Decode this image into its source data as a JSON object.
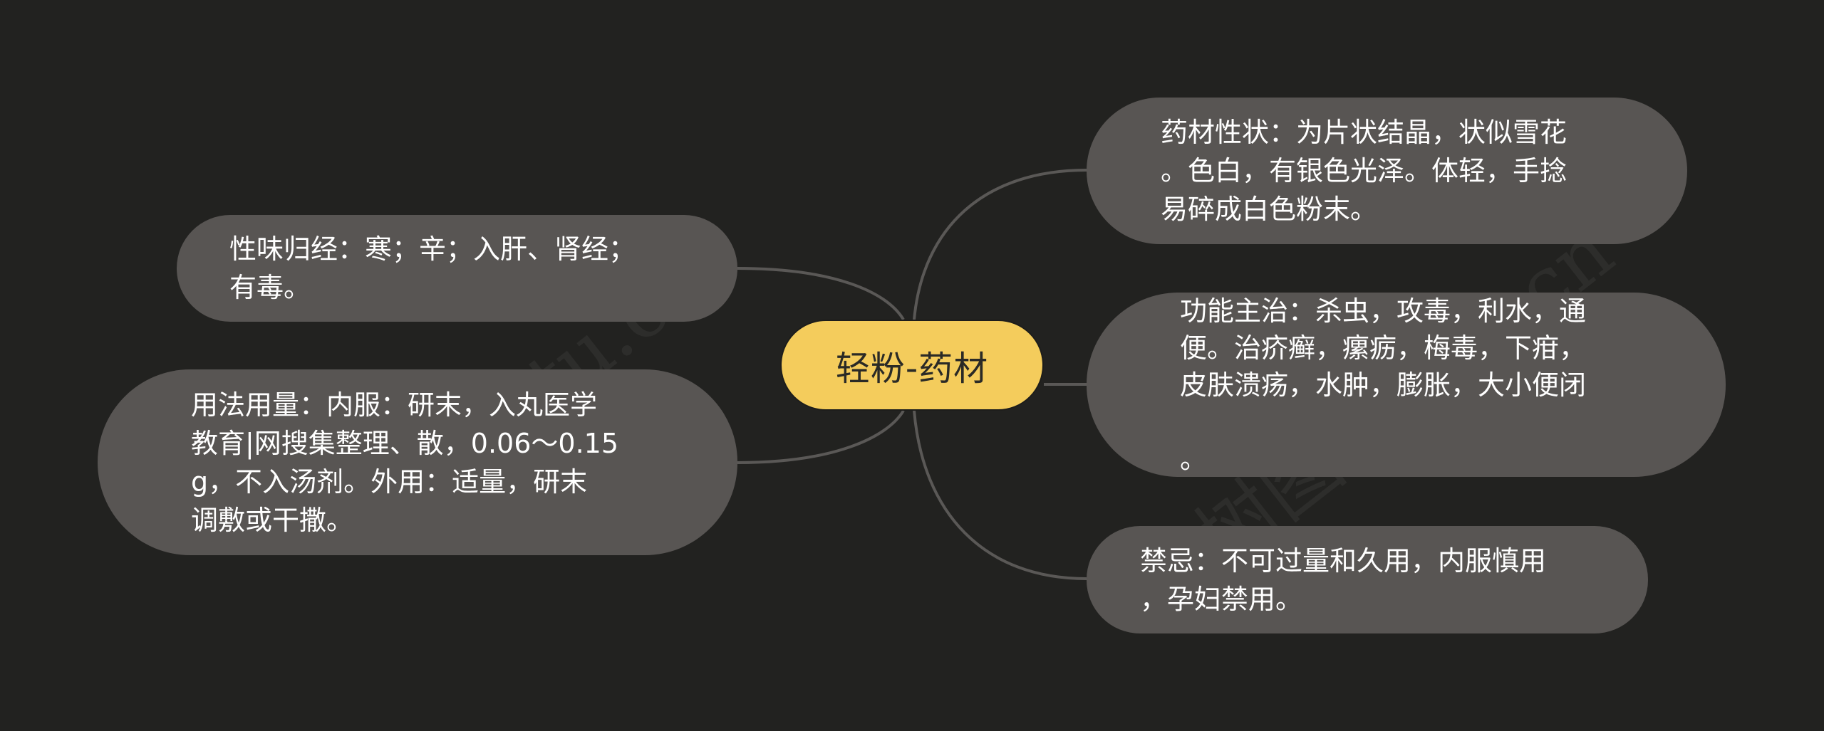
{
  "mindmap": {
    "center": {
      "label": "轻粉-药材"
    },
    "left_nodes": [
      {
        "id": "xingwei",
        "text": "性味归经：寒；辛；入肝、肾经；\n有毒。"
      },
      {
        "id": "yongfa",
        "text": "用法用量：内服：研末，入丸医学\n教育|网搜集整理、散，0.06～0.15\ng，不入汤剂。外用：适量，研末\n调敷或干撒。"
      }
    ],
    "right_nodes": [
      {
        "id": "xingzhuang",
        "text": "药材性状：为片状结晶，状似雪花\n。色白，有银色光泽。体轻，手捻\n易碎成白色粉末。"
      },
      {
        "id": "gongneng",
        "text": "功能主治：杀虫，攻毒，利水，通\n便。治疥癣，瘰疬，梅毒，下疳，\n皮肤溃疡，水肿，膨胀，大小便闭\n\n。"
      },
      {
        "id": "jinji",
        "text": "禁忌：不可过量和久用，内服慎用\n，孕妇禁用。"
      }
    ]
  },
  "watermarks": {
    "left": "shutu.cn",
    "right": "树图shutu.cn"
  },
  "colors": {
    "background": "#222220",
    "node_fill": "#585553",
    "center_fill": "#F4CC5C",
    "connector": "#5A5856",
    "node_text": "#FFFFFF",
    "center_text": "#2A2A26"
  }
}
